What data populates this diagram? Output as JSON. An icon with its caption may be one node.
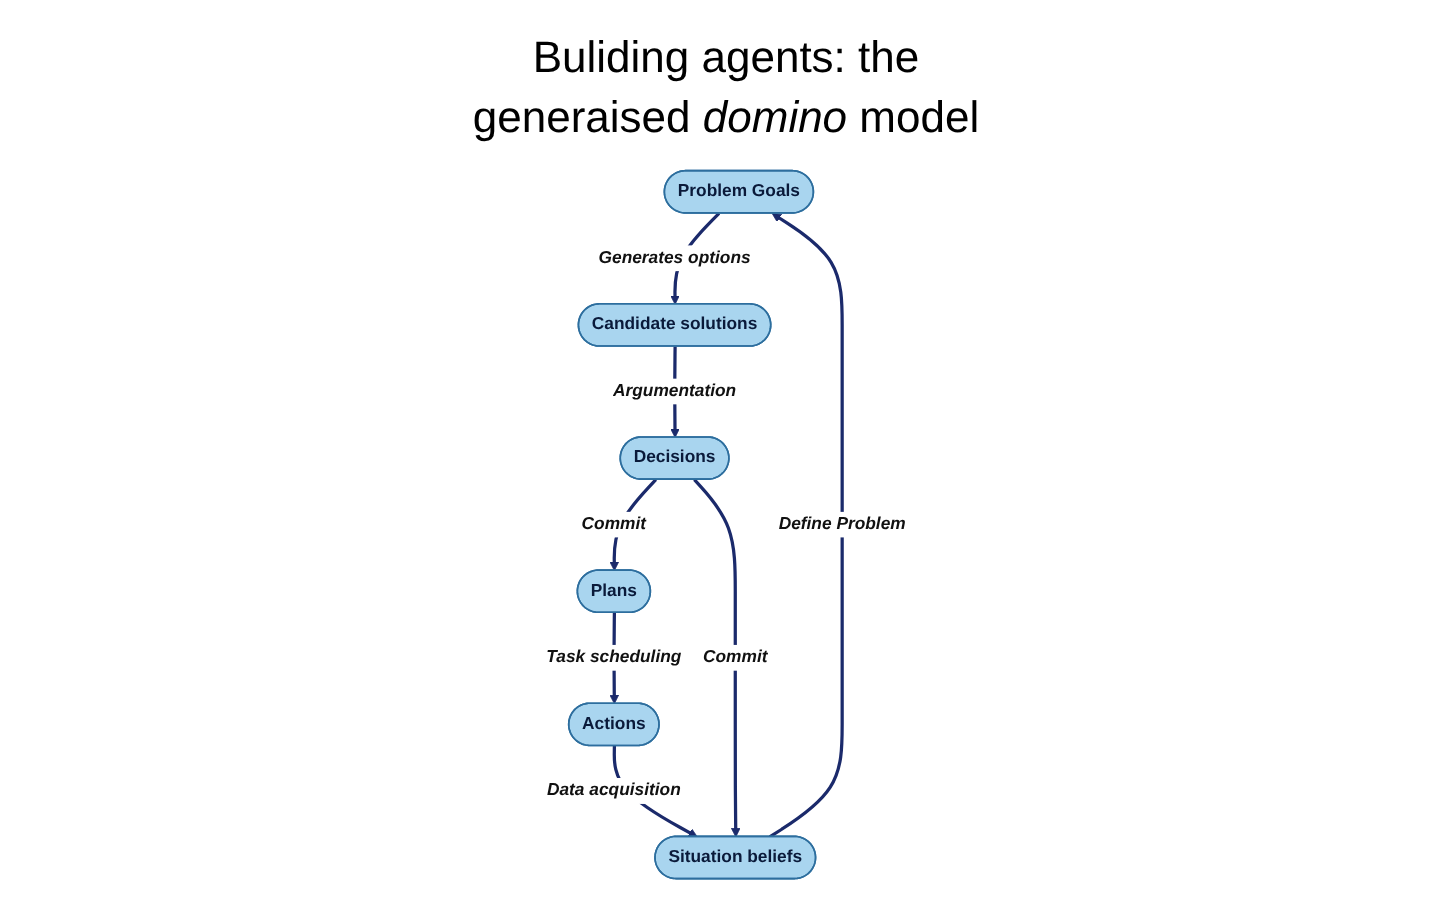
{
  "diagram": {
    "title": "Buliding agents: the generaised *domino* model",
    "nodes": [
      {
        "text": [
          "Problem Goals"
        ]
      },
      {
        "text": [
          "Situation beliefs"
        ]
      },
      {
        "text": [
          "Actions"
        ]
      },
      {
        "text": [
          "Candidate solutions"
        ]
      },
      {
        "text": [
          "Decisions"
        ]
      },
      {
        "text": [
          "Plans"
        ]
      }
    ],
    "edges": [
      {
        "from": 1,
        "to": 0,
        "arrow": "to",
        "label": "Define Problem"
      },
      {
        "from": 2,
        "to": 1,
        "arrow": "to",
        "label": "Data acquisition"
      },
      {
        "from": 0,
        "to": 3,
        "arrow": "to",
        "label": "Generates options"
      },
      {
        "from": 3,
        "to": 4,
        "arrow": "to",
        "label": "Argumentation"
      },
      {
        "from": 4,
        "to": 1,
        "arrow": "to",
        "label": "Commit"
      },
      {
        "from": 4,
        "to": 5,
        "arrow": "to",
        "label": "Commit"
      },
      {
        "from": 5,
        "to": 2,
        "arrow": "to",
        "label": "Task scheduling"
      }
    ]
  }
}
